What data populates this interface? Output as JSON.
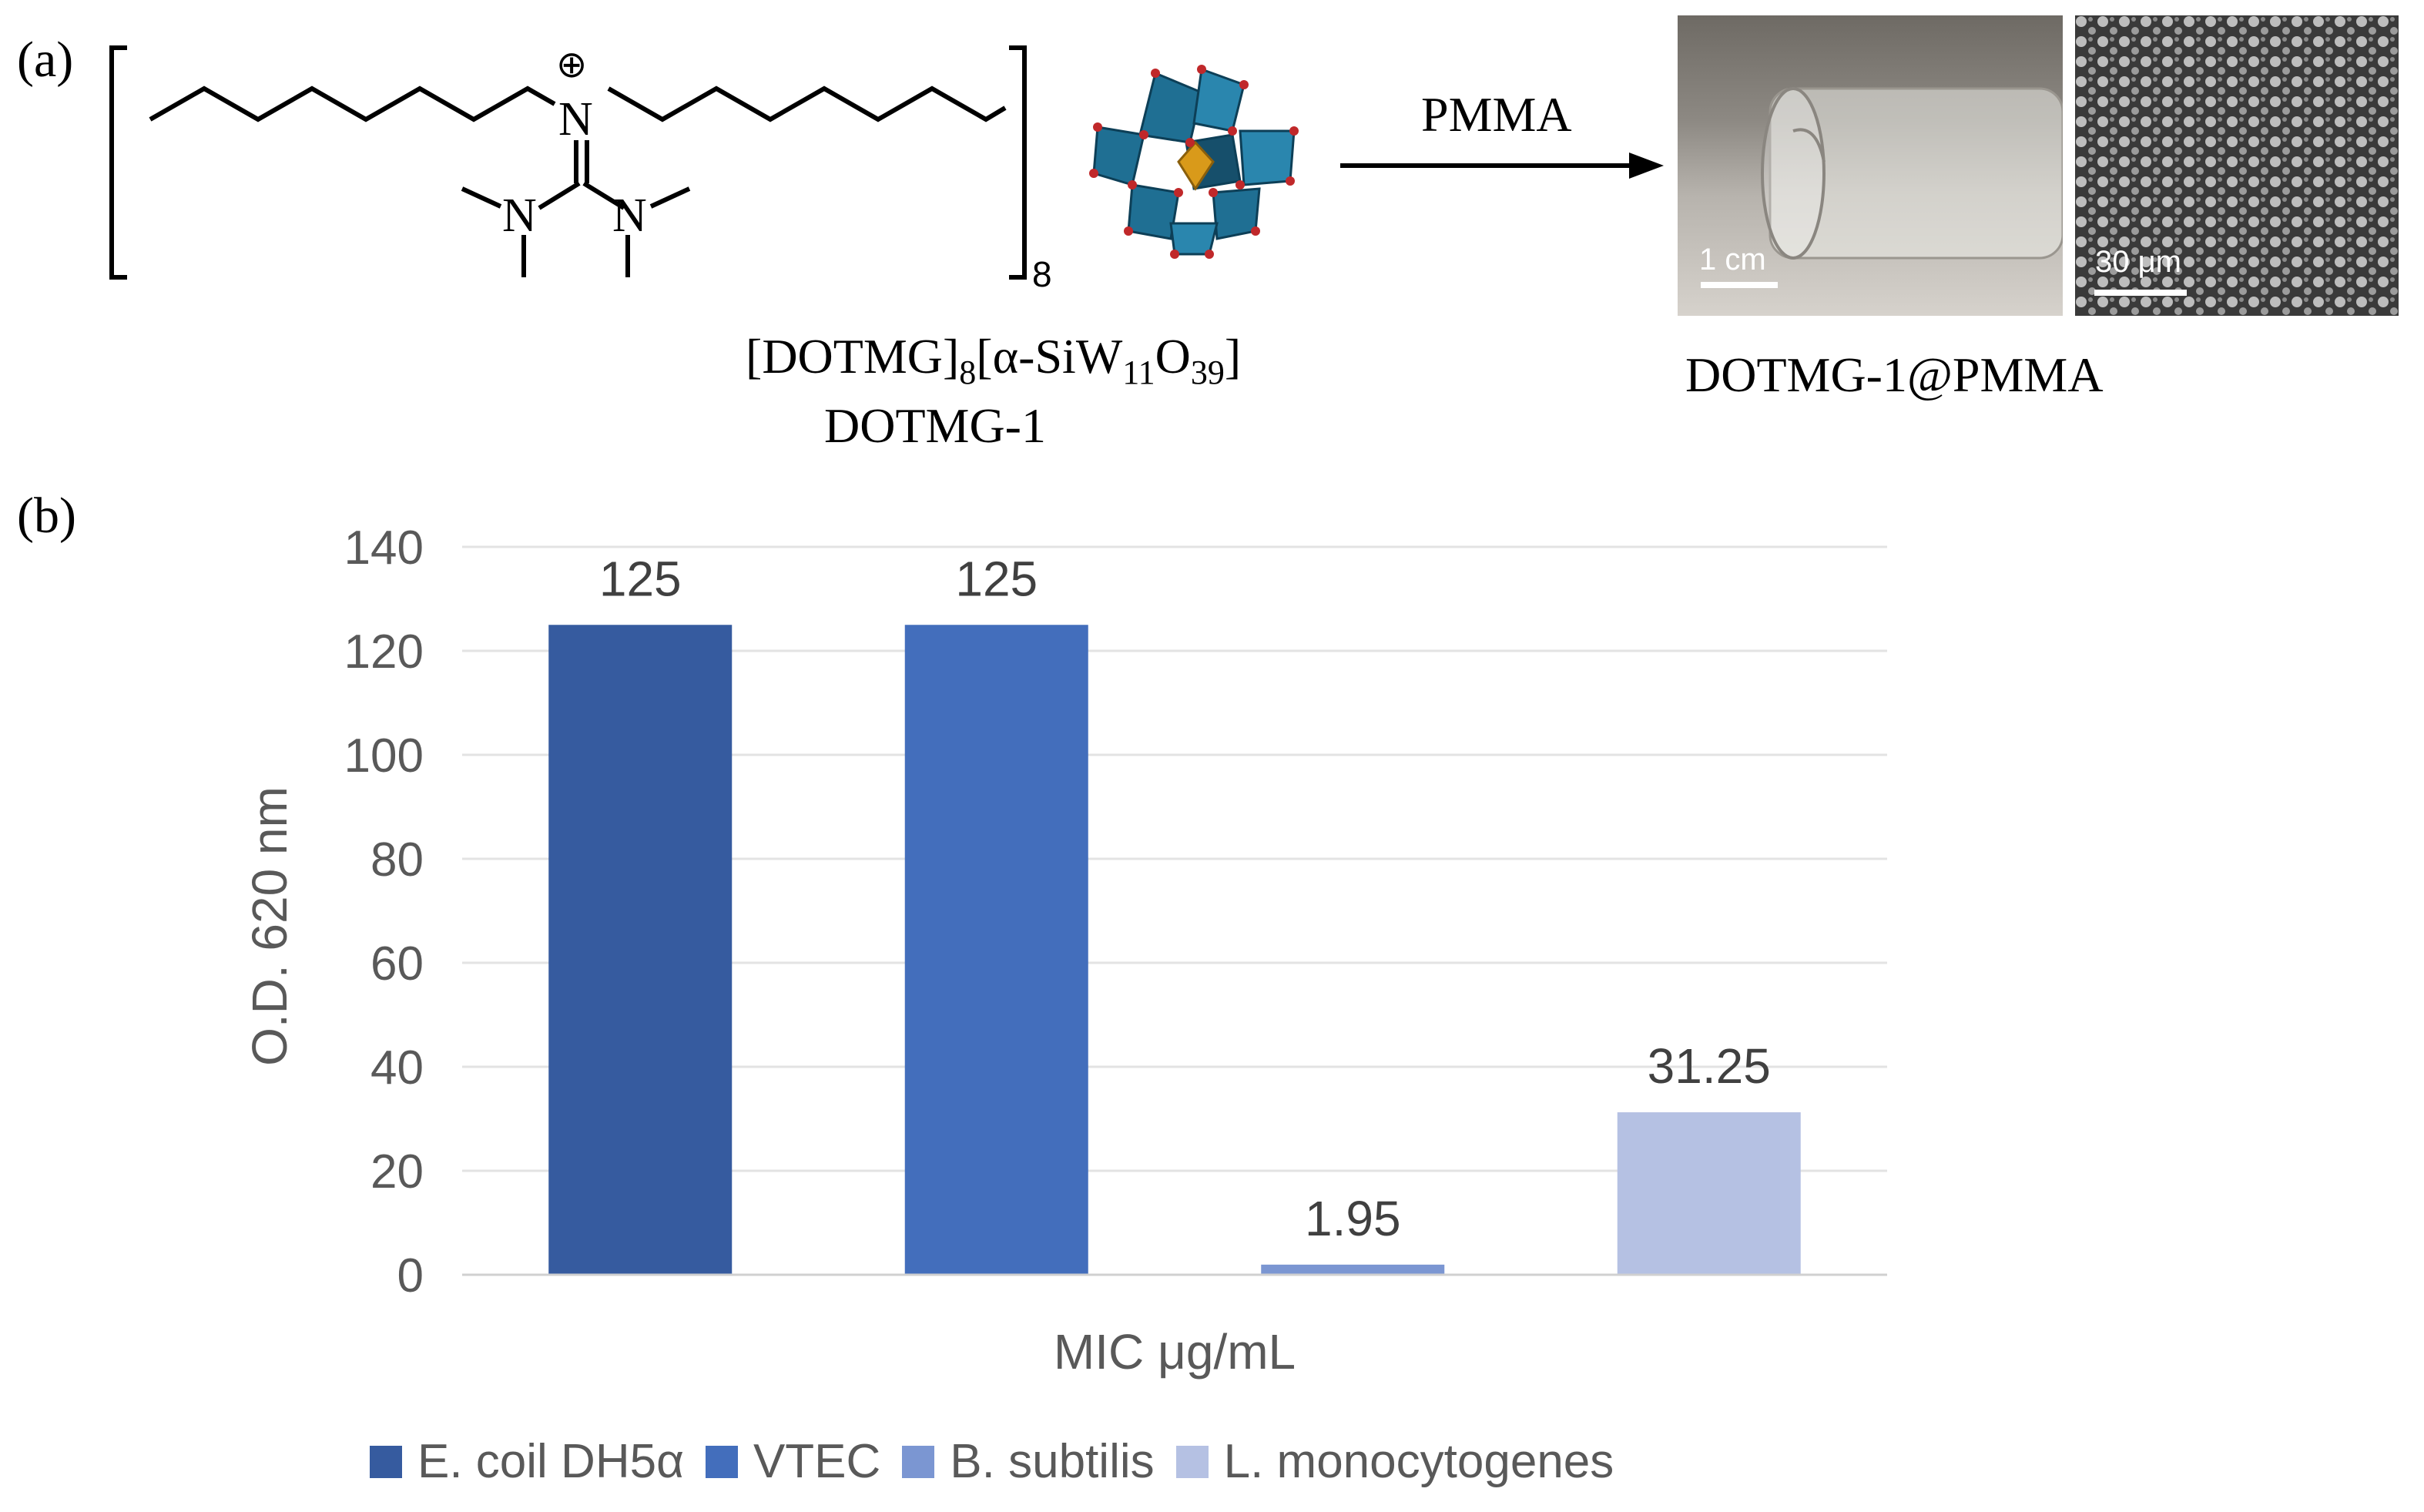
{
  "panel_a": {
    "label": "(a)",
    "charge_symbol": "⊕",
    "atom_n": "N",
    "stoich_subscript": "8",
    "arrow_label": "PMMA",
    "compound_formula": {
      "open": "[DOTMG]",
      "sub1": "8",
      "mid": "[α-SiW",
      "sub2": "11",
      "mid2": "O",
      "sub3": "39",
      "close": "]"
    },
    "compound_name": "DOTMG-1",
    "photo_scale": "1 cm",
    "micro_scale": "30 μm",
    "product_name": "DOTMG-1@PMMA",
    "colors": {
      "polyhedra": "#1f6f93",
      "center": "#d99a1a",
      "oxygen": "#c0282a"
    }
  },
  "panel_b": {
    "label": "(b)"
  },
  "chart_data": {
    "type": "bar",
    "categories": [
      "E. coil DH5α",
      "VTEC",
      "B. subtilis",
      "L. monocytogenes"
    ],
    "values": [
      125,
      125,
      1.95,
      31.25
    ],
    "data_labels": [
      "125",
      "125",
      "1.95",
      "31.25"
    ],
    "colors": [
      "#365b9f",
      "#436ebc",
      "#7b96d2",
      "#b5c1e3"
    ],
    "xlabel": "MIC μg/mL",
    "ylabel": "O.D. 620 nm",
    "ylim": [
      0,
      140
    ],
    "yticks": [
      "0",
      "20",
      "40",
      "60",
      "80",
      "100",
      "120",
      "140"
    ],
    "ytick_values": [
      0,
      20,
      40,
      60,
      80,
      100,
      120,
      140
    ],
    "grid": true,
    "legend_position": "bottom",
    "legend": [
      "E. coil DH5α",
      "VTEC",
      "B. subtilis",
      "L. monocytogenes"
    ]
  }
}
